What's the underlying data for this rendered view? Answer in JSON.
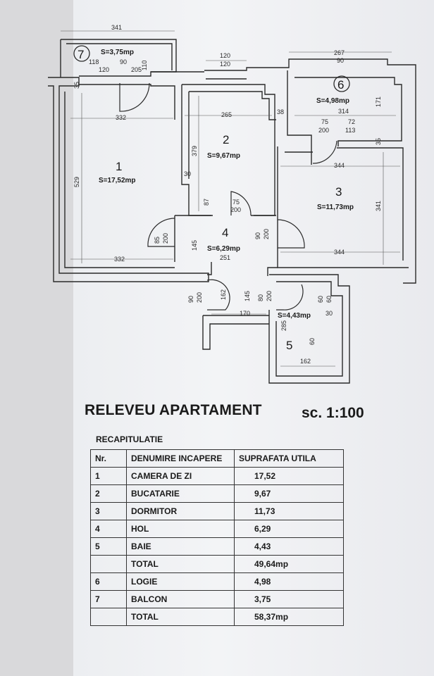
{
  "plan": {
    "rooms": [
      {
        "num": "1",
        "area": "S=17,52mp"
      },
      {
        "num": "2",
        "area": "S=9,67mp"
      },
      {
        "num": "3",
        "area": "S=11,73mp"
      },
      {
        "num": "4",
        "area": "S=6,29mp"
      },
      {
        "num": "5",
        "area": "S=4,43mp"
      },
      {
        "num": "6",
        "area": "S=4,98mp"
      },
      {
        "num": "7",
        "area": "S=3,75mp"
      }
    ],
    "dims": [
      "341",
      "118",
      "90",
      "110",
      "120",
      "205",
      "35",
      "120",
      "120",
      "267",
      "90",
      "332",
      "265",
      "38",
      "314",
      "171",
      "75",
      "200",
      "72",
      "113",
      "35",
      "344",
      "529",
      "379",
      "30",
      "87",
      "75",
      "200",
      "341",
      "85",
      "200",
      "145",
      "90",
      "200",
      "251",
      "332",
      "344",
      "90",
      "200",
      "162",
      "145",
      "170",
      "80",
      "200",
      "60",
      "60",
      "30",
      "285",
      "60",
      "162"
    ]
  },
  "title": "RELEVEU APARTAMENT",
  "scale": "sc. 1:100",
  "recap_label": "RECAPITULATIE",
  "table": {
    "headers": [
      "Nr.",
      "DENUMIRE INCAPERE",
      "SUPRAFATA UTILA"
    ],
    "rows": [
      {
        "nr": "1",
        "name": "CAMERA DE ZI",
        "area": "17,52"
      },
      {
        "nr": "2",
        "name": "BUCATARIE",
        "area": "9,67"
      },
      {
        "nr": "3",
        "name": "DORMITOR",
        "area": "11,73"
      },
      {
        "nr": "4",
        "name": "HOL",
        "area": "6,29"
      },
      {
        "nr": "5",
        "name": "BAIE",
        "area": "4,43"
      },
      {
        "nr": "",
        "name": "TOTAL",
        "area": "49,64mp"
      },
      {
        "nr": "6",
        "name": "LOGIE",
        "area": "4,98"
      },
      {
        "nr": "7",
        "name": "BALCON",
        "area": "3,75"
      },
      {
        "nr": "",
        "name": "TOTAL",
        "area": "58,37mp"
      }
    ]
  }
}
